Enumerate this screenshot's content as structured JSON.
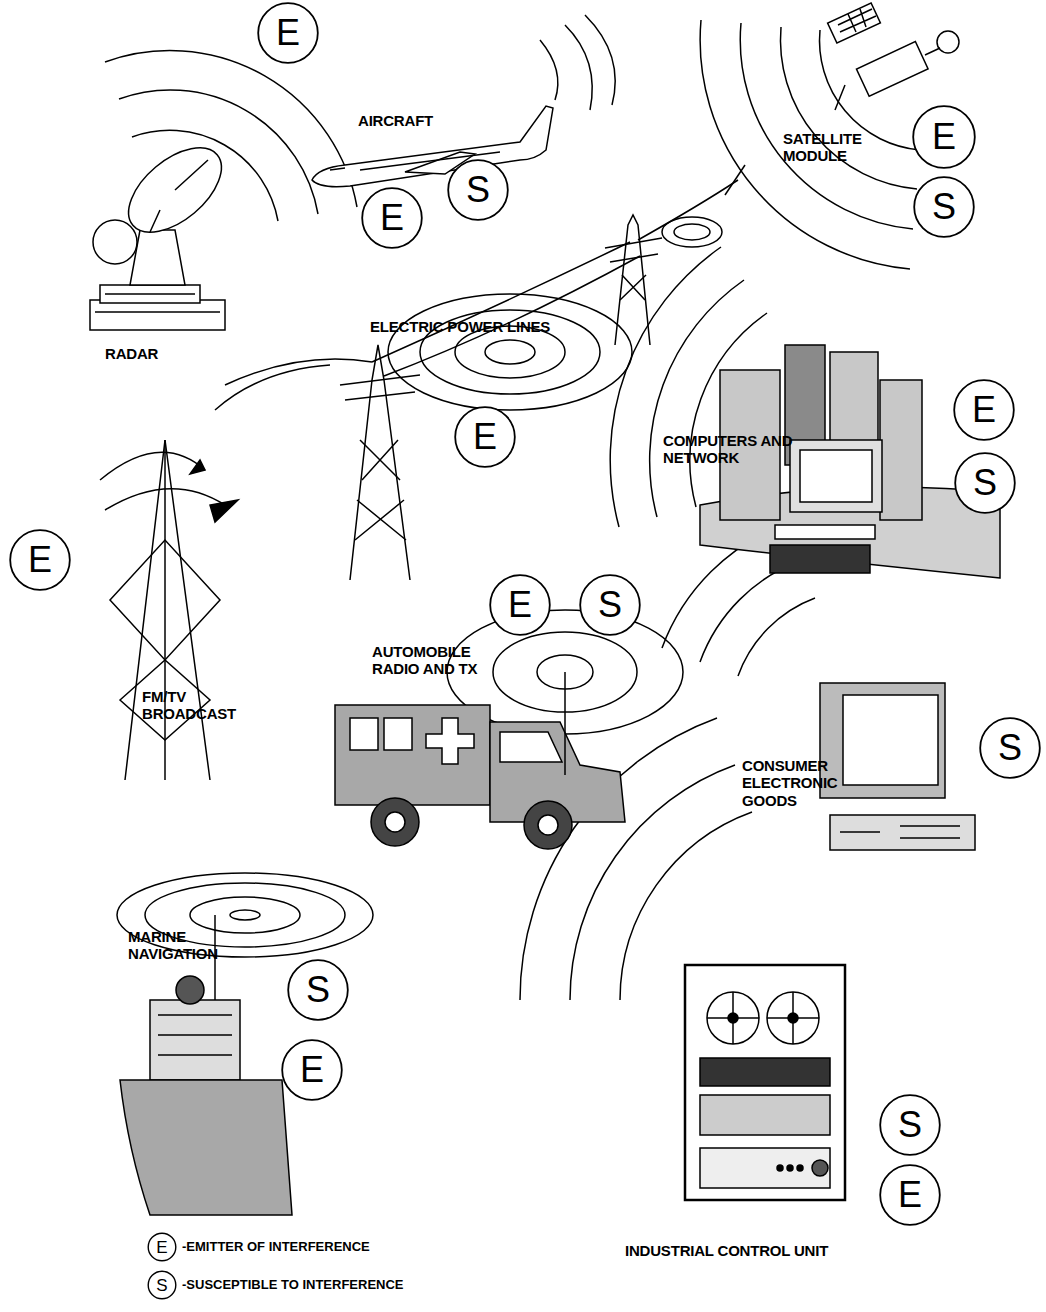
{
  "diagram": {
    "nodes": [
      {
        "text": [
          "E"
        ]
      },
      {
        "text": [
          "E"
        ]
      },
      {
        "text": [
          "E"
        ]
      },
      {
        "text": [
          "S"
        ]
      },
      {
        "text": [
          "S"
        ]
      },
      {
        "text": [
          "E"
        ]
      },
      {
        "text": [
          "E"
        ]
      },
      {
        "text": [
          "S"
        ]
      },
      {
        "text": [
          "E"
        ]
      },
      {
        "text": [
          "E"
        ]
      },
      {
        "text": [
          "S"
        ]
      },
      {
        "text": [
          "S"
        ]
      },
      {
        "text": [
          "S"
        ]
      },
      {
        "text": [
          "E"
        ]
      },
      {
        "text": [
          "S"
        ]
      },
      {
        "text": [
          "E"
        ]
      },
      {
        "text": [
          "E"
        ]
      },
      {
        "text": [
          "S"
        ]
      }
    ],
    "labels": [
      "AIRCRAFT",
      "SATELLITE MODULE",
      "RADAR",
      "ELECTRIC POWER LINES",
      "COMPUTERS AND NETWORK",
      "FM/TV BROADCAST",
      "AUTOMOBILE RADIO AND TX",
      "CONSUMER ELECTRONIC GOODS",
      "MARINE NAVIGATION",
      "INDUSTRIAL CONTROL UNIT"
    ],
    "legend": [
      {
        "text": "-EMITTER OF INTERFERENCE"
      },
      {
        "text": "-SUSCEPTIBLE TO INTERFERENCE"
      }
    ]
  }
}
